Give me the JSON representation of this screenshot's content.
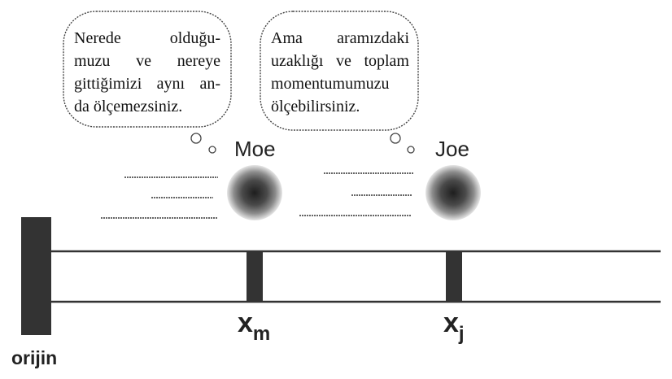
{
  "bubbles": {
    "moe": {
      "lines": [
        "Nerede olduğu-",
        "muzu ve nereye",
        "gittiğimizi aynı an-",
        "da ölçemezsiniz."
      ]
    },
    "joe": {
      "lines": [
        "Ama aramızdaki",
        "uzaklığı ve toplam",
        "momentumumuzu",
        "ölçebilirsiniz."
      ]
    }
  },
  "characters": {
    "moe": {
      "name": "Moe"
    },
    "joe": {
      "name": "Joe"
    }
  },
  "markers": {
    "moe": {
      "base": "x",
      "sub": "m"
    },
    "joe": {
      "base": "x",
      "sub": "j"
    }
  },
  "origin_label": "orijin",
  "colors": {
    "ink": "#222222",
    "ball": "#3a3a3a",
    "post": "#333333"
  }
}
